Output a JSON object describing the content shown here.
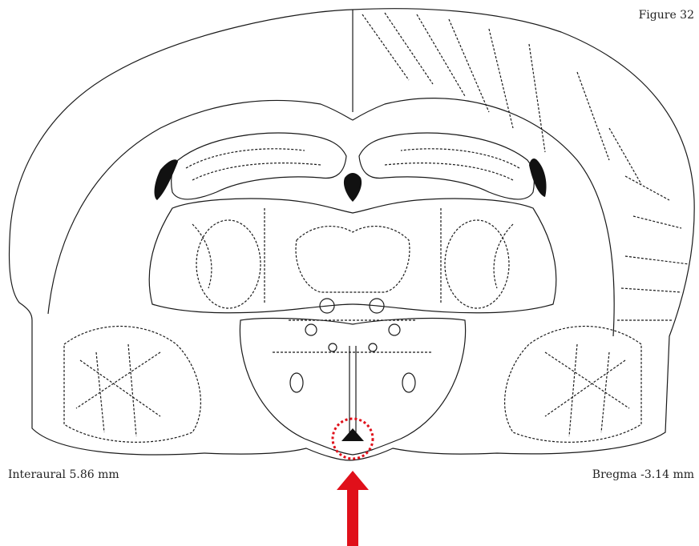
{
  "figure": {
    "label": "Figure 32",
    "interaural": "Interaural 5.86 mm",
    "bregma": "Bregma -3.14 mm"
  },
  "colors": {
    "outline": "#1a1a1a",
    "highlight": "#e0101a"
  }
}
